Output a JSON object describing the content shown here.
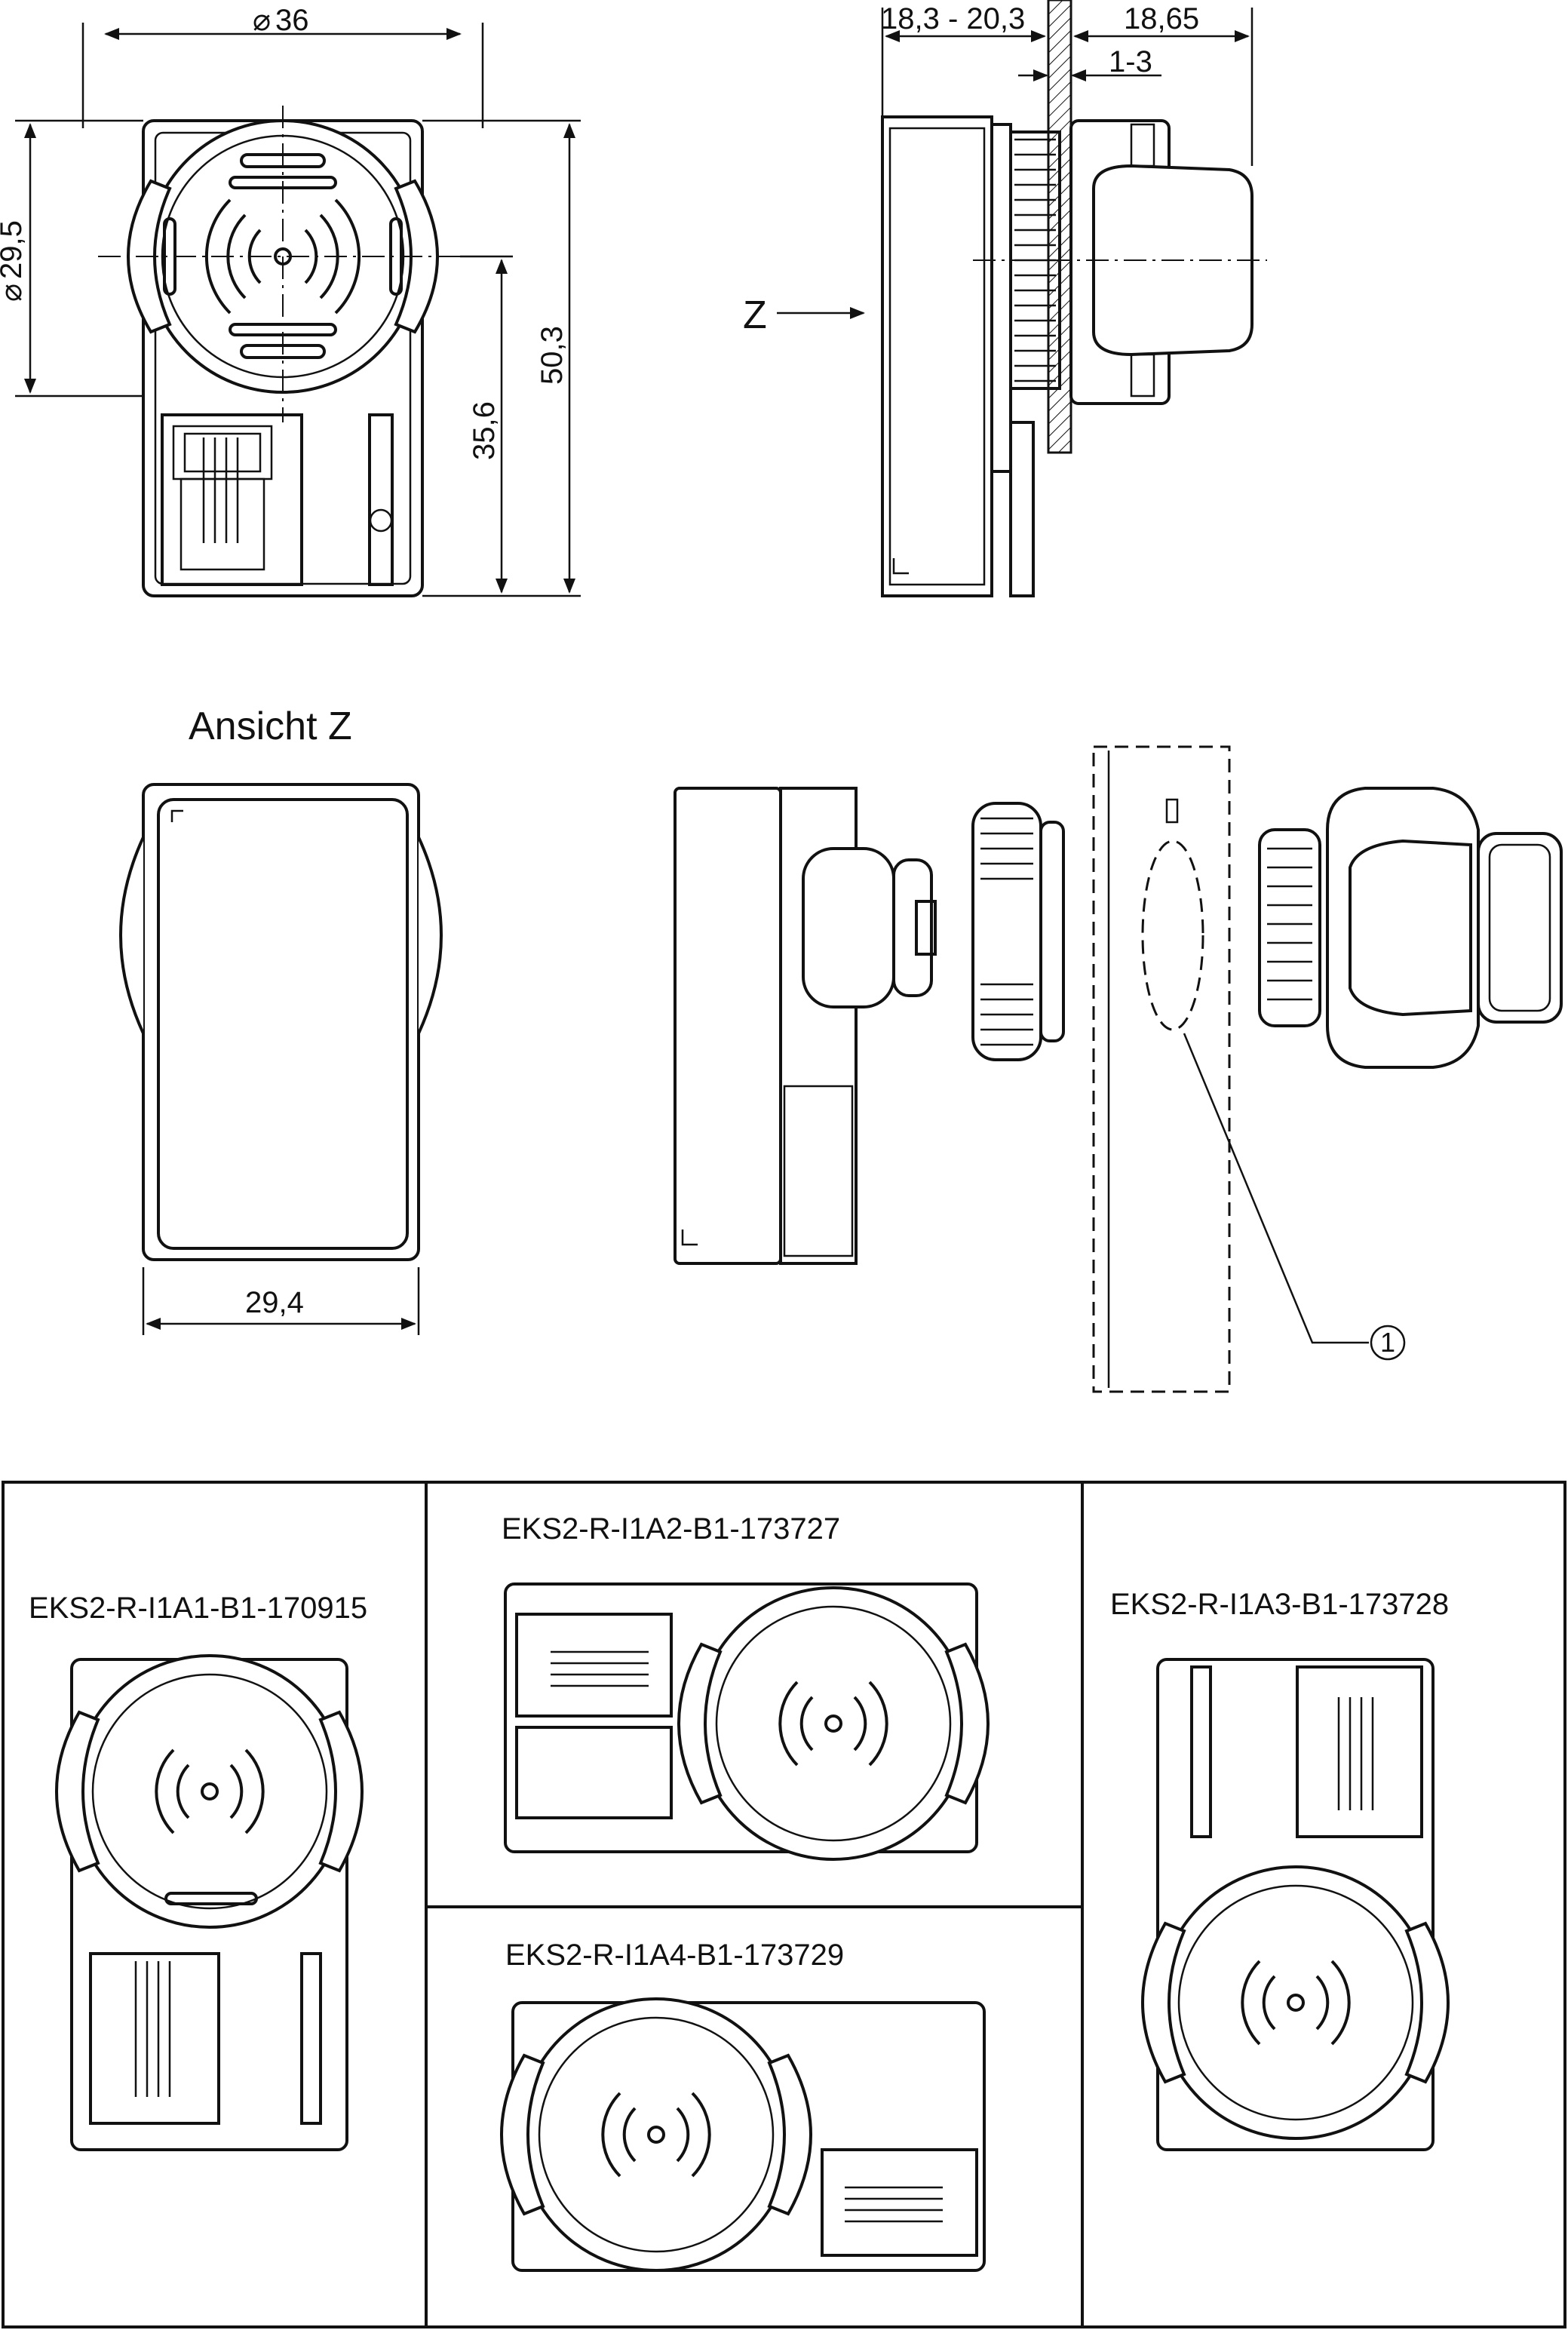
{
  "dimensions": {
    "diameter_36": "36",
    "diameter_symbol": "⌀",
    "diameter_29_5": "29,5",
    "height_50_3": "50,3",
    "height_35_6": "35,6",
    "depth_range": "18,3 - 20,3",
    "depth_18_65": "18,65",
    "panel_1_3": "1-3",
    "width_29_4": "29,4"
  },
  "view_z": {
    "arrow_label": "Z",
    "title": "Ansicht Z"
  },
  "exploded": {
    "callout_number": "1"
  },
  "variants": [
    {
      "label": "EKS2-R-I1A1-B1-170915"
    },
    {
      "label": "EKS2-R-I1A2-B1-173727"
    },
    {
      "label": "EKS2-R-I1A4-B1-173729"
    },
    {
      "label": "EKS2-R-I1A3-B1-173728"
    }
  ]
}
